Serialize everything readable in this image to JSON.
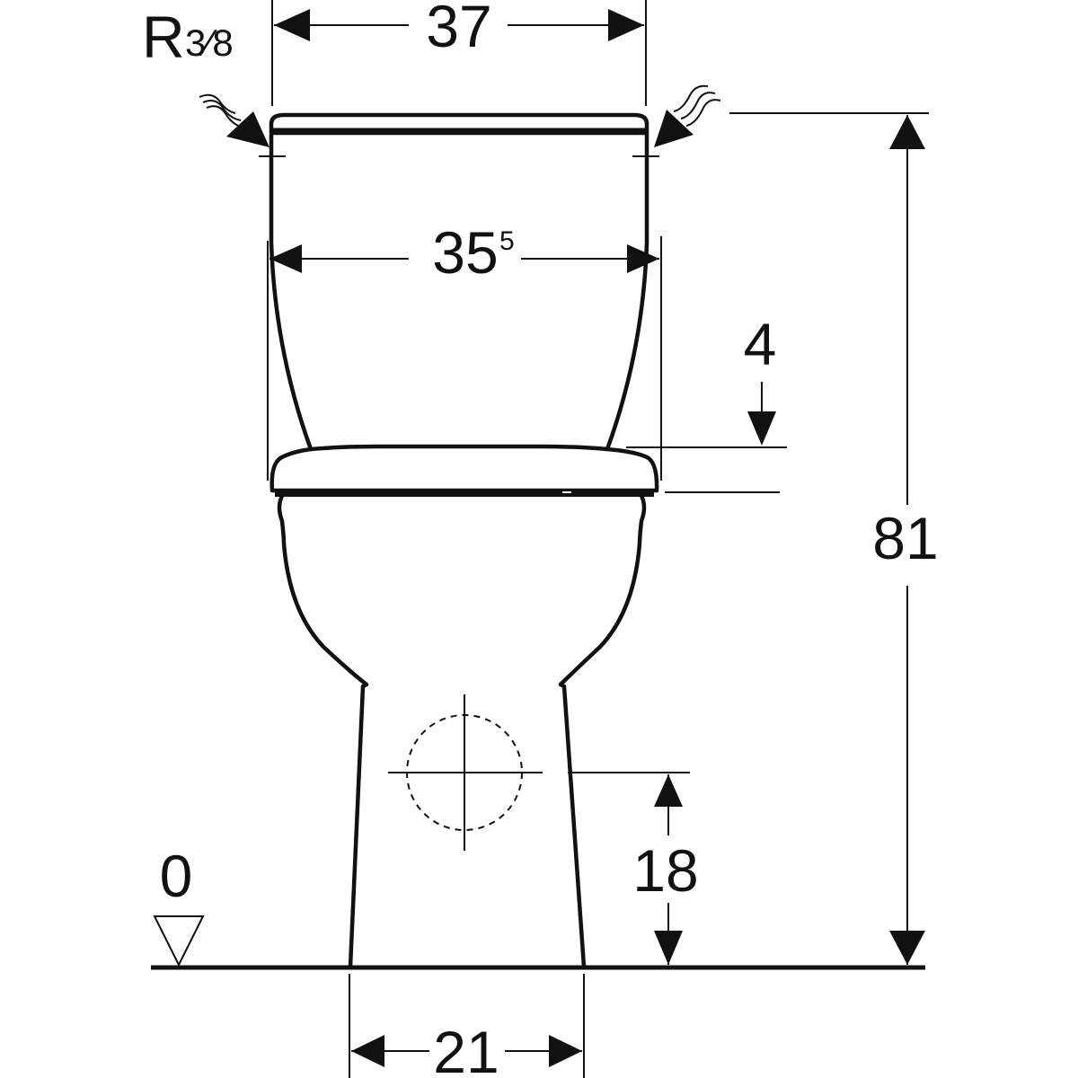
{
  "drawing": {
    "subject": "Close-coupled floor-standing toilet, front view",
    "units": "cm",
    "line_color": "#111111",
    "background": "#ffffff"
  },
  "dimensions": {
    "cistern_top_width": {
      "value": "37"
    },
    "cistern_width": {
      "value": "35",
      "superscript": "5"
    },
    "seat_lid_thickness": {
      "value": "4"
    },
    "total_height": {
      "value": "81"
    },
    "outlet_height": {
      "value": "18"
    },
    "foot_width": {
      "value": "21"
    },
    "floor_level": {
      "value": "0"
    }
  },
  "annotations": {
    "water_connection": {
      "prefix": "R",
      "fraction": "3⁄8"
    }
  }
}
